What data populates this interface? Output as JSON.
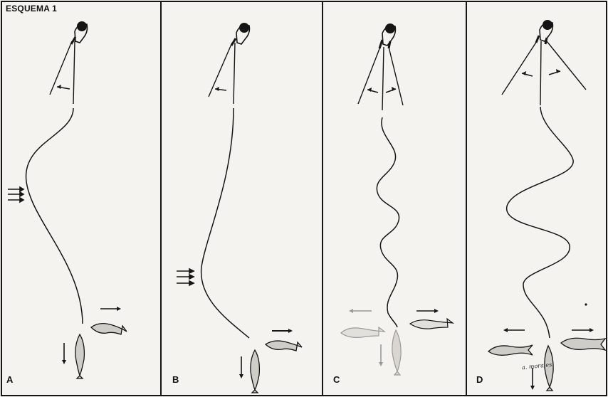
{
  "figure": {
    "title": "ESQUEMA 1",
    "signature": "a. morales",
    "panels": [
      {
        "id": "A",
        "label": "A"
      },
      {
        "id": "B",
        "label": "B"
      },
      {
        "id": "C",
        "label": "C"
      },
      {
        "id": "D",
        "label": "D"
      }
    ]
  },
  "colors": {
    "ink": "#151515",
    "paper": "#f4f3ef",
    "faded_ink": "#9a9a9a"
  }
}
